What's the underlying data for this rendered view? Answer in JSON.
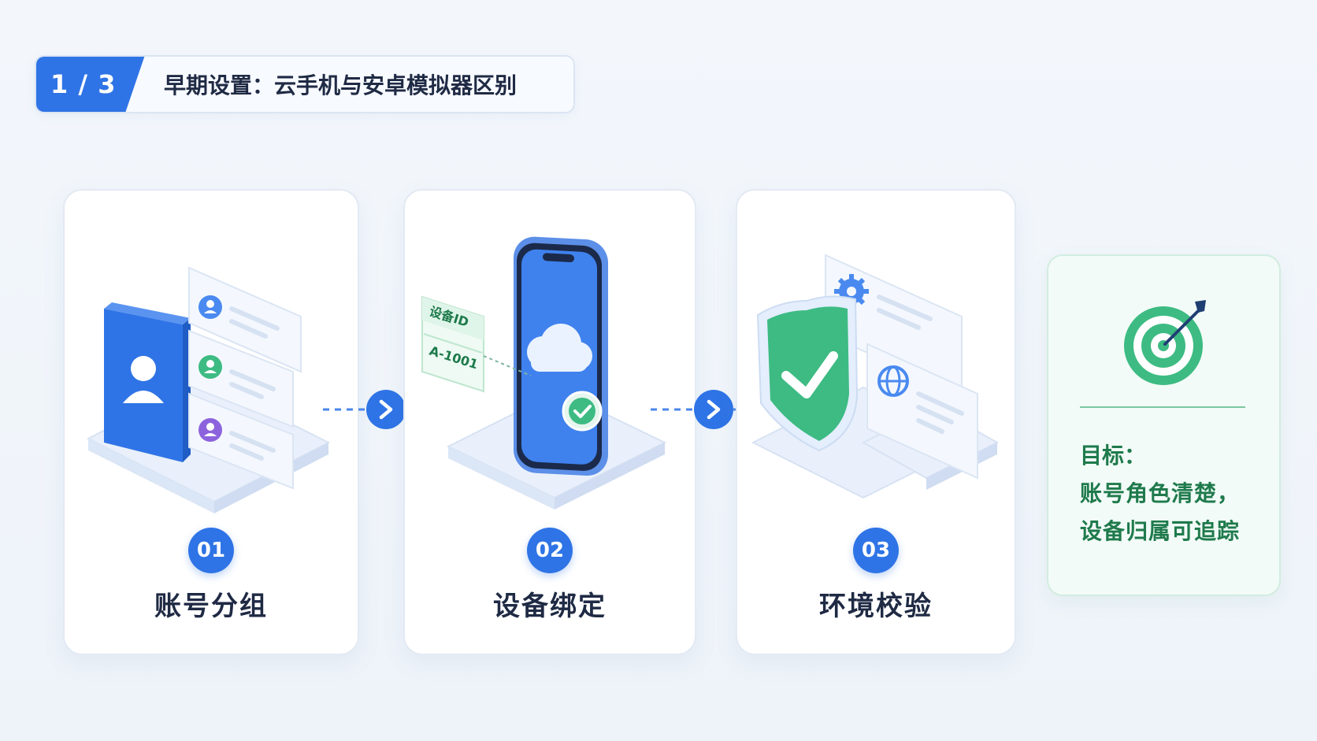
{
  "header": {
    "step": "1 / 3",
    "title": "早期设置：云手机与安卓模拟器区别"
  },
  "cards": [
    {
      "number": "01",
      "label": "账号分组"
    },
    {
      "number": "02",
      "label": "设备绑定",
      "tag_title": "设备ID",
      "tag_value": "A-1001"
    },
    {
      "number": "03",
      "label": "环境校验"
    }
  ],
  "goal": {
    "heading": "目标：",
    "lines": [
      "账号角色清楚，",
      "设备归属可追踪"
    ]
  },
  "colors": {
    "primary": "#2f74e6",
    "green": "#3dbb83",
    "goal_text": "#1f7a4c",
    "title_text": "#1f2a44"
  }
}
